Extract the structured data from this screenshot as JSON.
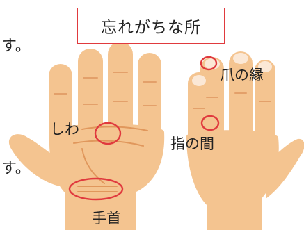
{
  "title": "忘れがちな所",
  "side_text": {
    "top_fragment": "す。",
    "bottom_fragment": "す。"
  },
  "labels": {
    "wrinkles": "しわ",
    "nail_edges": "爪の縁",
    "between_fingers": "指の間",
    "wrist": "手首"
  },
  "colors": {
    "highlight": "#e03a3e",
    "skin": "#f4c490",
    "skin_shade": "#e9ad74",
    "nail": "#fbe8d6"
  }
}
